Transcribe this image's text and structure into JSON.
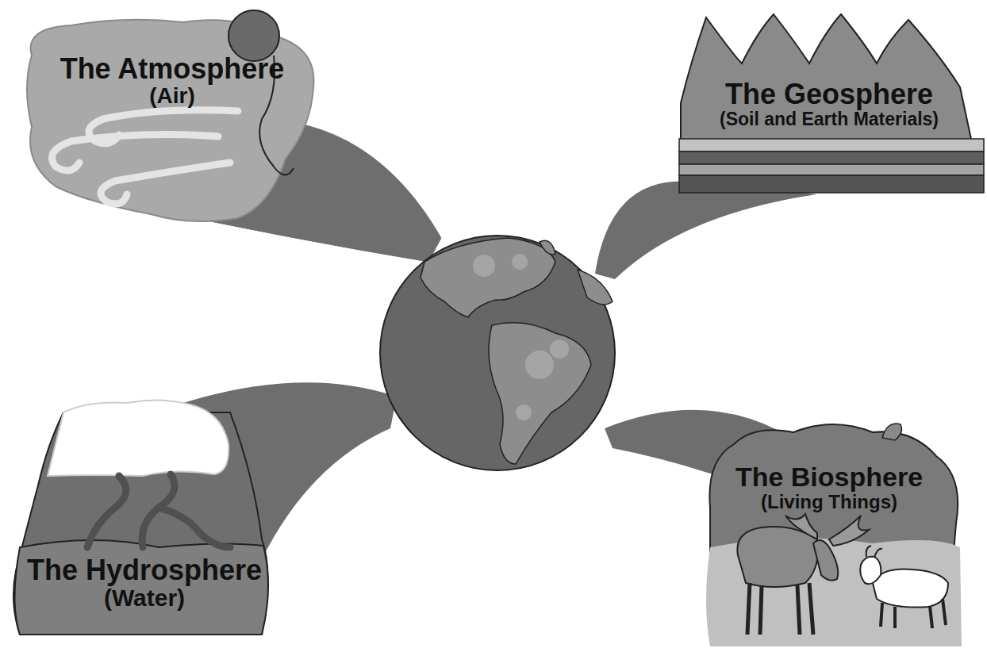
{
  "diagram": {
    "nodes": [
      {
        "text": [
          "The Atmosphere",
          "(Air)"
        ]
      },
      {
        "text": [
          "The Geosphere",
          "(Soil and Earth Materials)"
        ]
      },
      {
        "text": [
          "The Hydrosphere",
          "(Water)"
        ]
      },
      {
        "text": [
          "The Biosphere",
          "(Living Things)"
        ]
      }
    ]
  }
}
